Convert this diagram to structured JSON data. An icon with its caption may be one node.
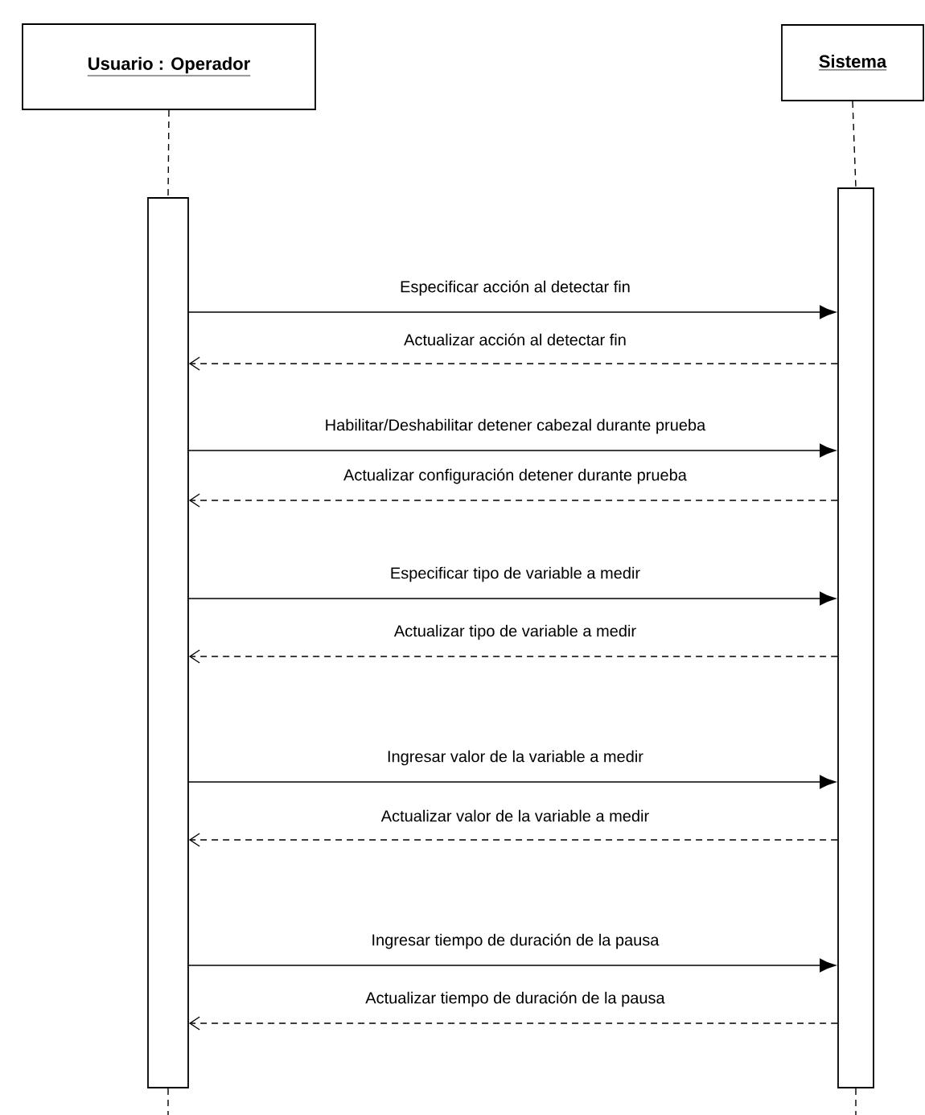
{
  "diagram": {
    "nodes": [
      {
        "text": [
          "Usuario : Operador"
        ]
      },
      {
        "text": [
          "Sistema"
        ]
      },
      {
        "text": [],
        "shape": "bar"
      },
      {
        "text": [],
        "shape": "bar"
      }
    ],
    "edges": [
      {
        "from": 0,
        "to": 2,
        "arrow": "none",
        "style": "dashed"
      },
      {
        "from": 1,
        "to": 3,
        "arrow": "none",
        "style": "dashed"
      },
      {
        "from": 2,
        "to": 3,
        "arrow": "to",
        "label": "Especificar acción al detectar fin"
      },
      {
        "from": 3,
        "to": 2,
        "arrow": "to",
        "style": "dashed",
        "label": "Actualizar acción al detectar fin"
      },
      {
        "from": 2,
        "to": 3,
        "arrow": "to",
        "label": "Habilitar/Deshabilitar detener cabezal durante prueba"
      },
      {
        "from": 3,
        "to": 2,
        "arrow": "to",
        "style": "dashed",
        "label": "Actualizar configuración detener durante prueba"
      },
      {
        "from": 2,
        "to": 3,
        "arrow": "to",
        "label": "Especificar tipo de variable a medir"
      },
      {
        "from": 3,
        "to": 2,
        "arrow": "to",
        "style": "dashed",
        "label": "Actualizar tipo de variable a medir"
      },
      {
        "from": 2,
        "to": 3,
        "arrow": "to",
        "label": "Ingresar valor de la variable a medir"
      },
      {
        "from": 3,
        "to": 2,
        "arrow": "to",
        "style": "dashed",
        "label": "Actualizar valor de la variable a medir"
      },
      {
        "from": 2,
        "to": 3,
        "arrow": "to",
        "label": "Ingresar tiempo de duración de la pausa"
      },
      {
        "from": 3,
        "to": 2,
        "arrow": "to",
        "style": "dashed",
        "label": "Actualizar tiempo de duración de la pausa"
      },
      {
        "from": 2,
        "to": null,
        "arrow": "none",
        "style": "dashed"
      },
      {
        "from": 3,
        "to": null,
        "arrow": "none",
        "style": "dashed"
      }
    ]
  }
}
